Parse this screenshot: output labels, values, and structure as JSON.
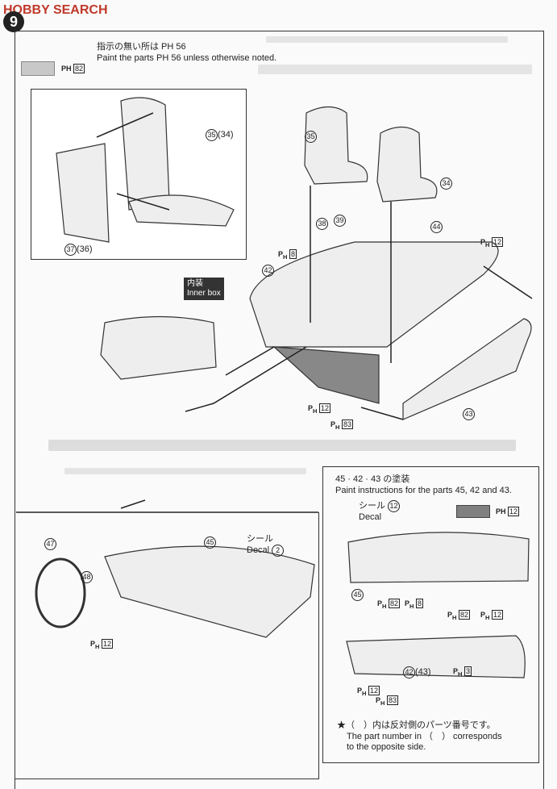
{
  "logo": {
    "text": "HOBBY SEARCH",
    "color": "#c0392b"
  },
  "step": "9",
  "header": {
    "jp": "指示の無い所は PH 56",
    "en": "Paint the parts PH 56 unless otherwise noted."
  },
  "swatch_main": {
    "label": "PH",
    "num": "82",
    "color": "#c8c8c8"
  },
  "seat_box": {
    "part1": "35",
    "part1alt": "(34)",
    "part2": "37",
    "part2alt": "(36)"
  },
  "main": {
    "seat35": "35",
    "seat34": "34",
    "p38": "38",
    "p39": "39",
    "p42": "42",
    "p44": "44",
    "p43": "43",
    "ph8": "8",
    "ph12a": "12",
    "ph12b": "12",
    "ph83": "83",
    "inner_box_jp": "内装",
    "inner_box_en": "Inner box"
  },
  "dash_box": {
    "p47": "47",
    "p48": "48",
    "p45": "45",
    "decal_jp": "シール",
    "decal_en": "Decal",
    "decal_num": "2",
    "ph12": "12"
  },
  "paint_box": {
    "title_jp": "45 · 42 · 43 の塗装",
    "title_en": "Paint instructions for the parts 45, 42 and 43.",
    "decal_jp": "シール",
    "decal_en": "Decal",
    "decal_num": "12",
    "swatch": {
      "label": "PH",
      "num": "12",
      "color": "#808080"
    },
    "p45": "45",
    "ph82a": "82",
    "ph8": "8",
    "ph82b": "82",
    "ph12a": "12",
    "p42": "42",
    "p43alt": "(43)",
    "ph12b": "12",
    "ph83": "83",
    "ph3": "3",
    "note_jp": "★（　）内は反対側のパーツ番号です。",
    "note_en1": "The part number in （　） corresponds",
    "note_en2": "to the opposite side."
  }
}
